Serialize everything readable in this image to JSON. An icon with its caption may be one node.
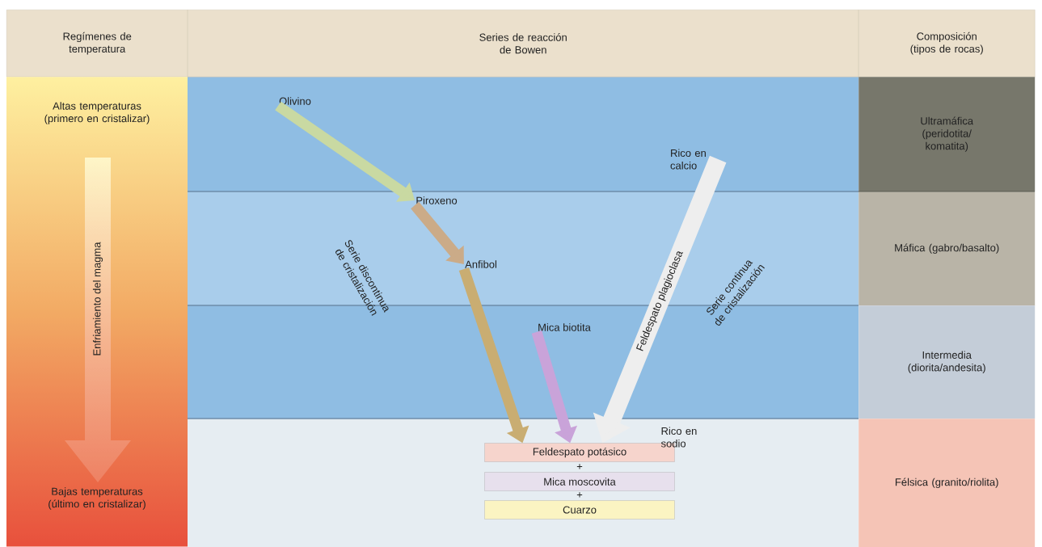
{
  "diagram": {
    "nodes": [
      {
        "text": [
          "Regímenes de temperatura"
        ]
      },
      {
        "text": [
          "Series de reacción de Bowen"
        ]
      },
      {
        "text": [
          "Composición (tipos de rocas)"
        ]
      },
      {
        "text": [
          "Altas temperaturas (primero en cristalizar)",
          "Bajas temperaturas (último en cristalizar)"
        ]
      },
      {
        "text": [
          "Ultramáfica (peridotita/ komatita)"
        ]
      },
      {
        "text": [
          "Máfica (gabro/basalto)"
        ]
      },
      {
        "text": [
          "Intermedia (diorita/andesita)"
        ]
      },
      {
        "text": [
          "Félsica (granito/riolita)"
        ]
      },
      {
        "text": [
          "Olivino"
        ]
      },
      {
        "text": [
          "Piroxeno"
        ]
      },
      {
        "text": [
          "Anfibol"
        ]
      },
      {
        "text": [
          "Mica biotita"
        ]
      },
      {
        "text": [
          "Rico en calcio"
        ]
      },
      {
        "text": [
          "Feldespato potásico"
        ]
      },
      {
        "text": [
          "Mica moscovita"
        ]
      },
      {
        "text": [
          "Cuarzo"
        ]
      }
    ],
    "edges": [
      {
        "from": 8,
        "to": 9,
        "arrow": "to",
        "color": "#c9d9a2"
      },
      {
        "from": 9,
        "to": 10,
        "arrow": "to",
        "color": "#cbab88"
      },
      {
        "from": 10,
        "to": 13,
        "arrow": "to",
        "color": "#c9ad72"
      },
      {
        "from": 11,
        "to": 13,
        "arrow": "to",
        "color": "#c9a3d9"
      },
      {
        "from": 12,
        "to": 13,
        "arrow": "to",
        "color": "#eeeeee",
        "label": "Feldespato plagioclasa"
      }
    ],
    "labels": [
      "Enfriamiento del magma",
      "Serie discontinua de cristalización",
      "Serie continua de cristalización",
      "Rico en sodio",
      "+",
      "+"
    ]
  }
}
